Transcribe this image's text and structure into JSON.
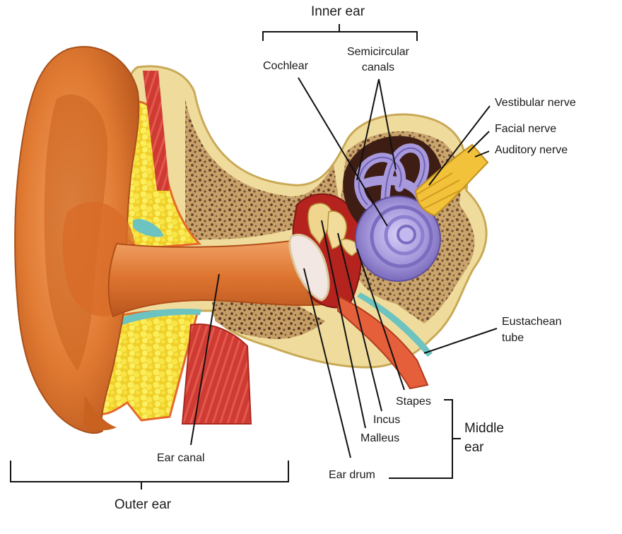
{
  "groups": {
    "inner_ear": "Inner ear",
    "outer_ear": "Outer ear",
    "middle_ear_line1": "Middle",
    "middle_ear_line2": "ear"
  },
  "labels": {
    "cochlear": "Cochlear",
    "semicircular_line1": "Semicircular",
    "semicircular_line2": "canals",
    "vestibular_nerve": "Vestibular nerve",
    "facial_nerve": "Facial  nerve",
    "auditory_nerve": "Auditory nerve",
    "eustachean_line1": "Eustachean",
    "eustachean_line2": "tube",
    "stapes": "Stapes",
    "incus": "Incus",
    "malleus": "Malleus",
    "ear_drum": "Ear drum",
    "ear_canal": "Ear canal"
  },
  "colors": {
    "skin": "#e07a32",
    "skin_dark": "#b8561d",
    "skin_light": "#f4a468",
    "bone": "#efdc9c",
    "bone_edge": "#c9a956",
    "fat": "#f7e53a",
    "cochlea": "#a799dc",
    "cochlea_dark": "#7b6cc0",
    "nerve": "#f2c23a",
    "muscle": "#cf3b33",
    "teal": "#6cc3c0"
  }
}
